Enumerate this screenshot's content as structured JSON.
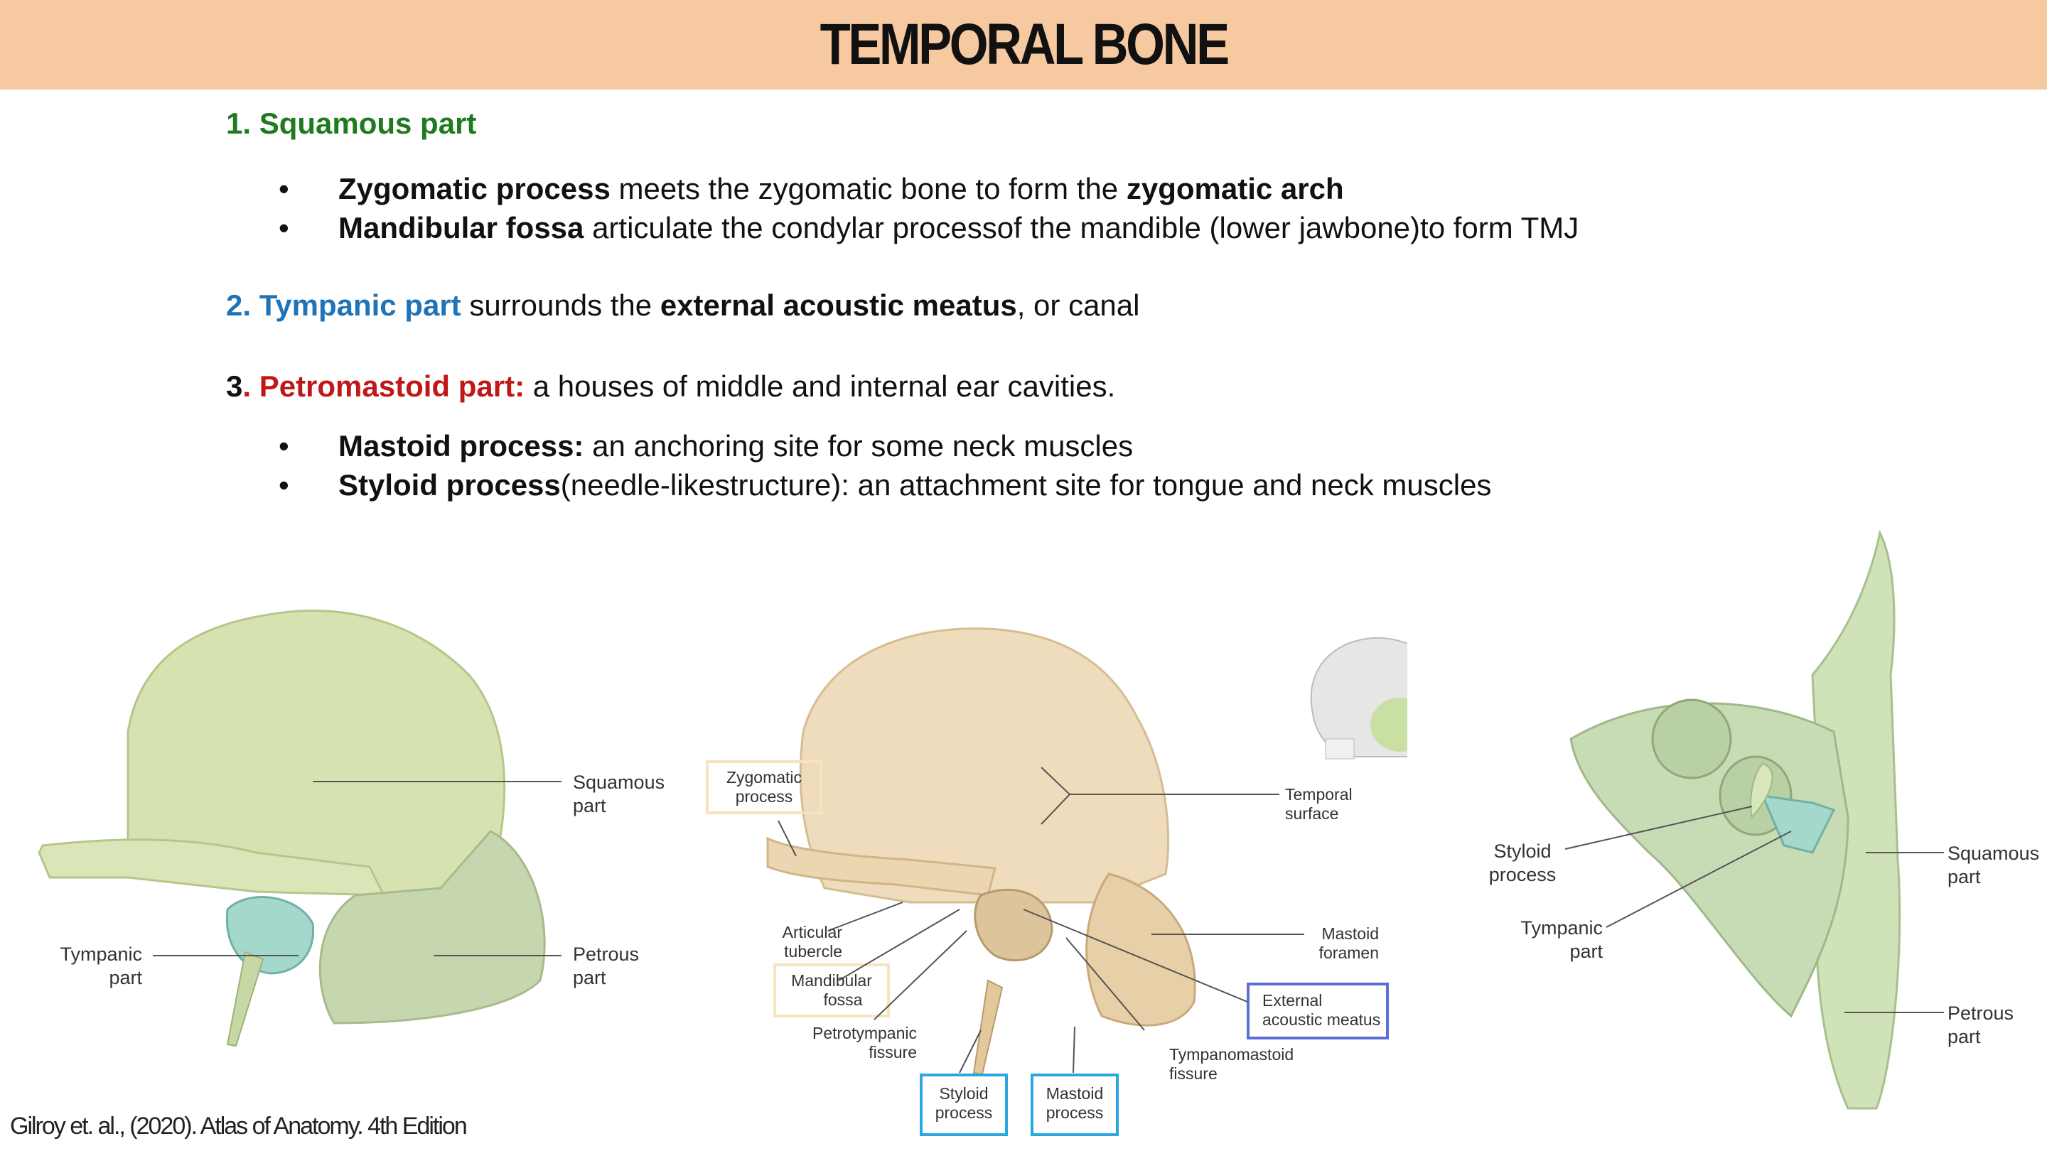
{
  "title": "TEMPORAL BONE",
  "s1": {
    "heading": "1. Squamous part"
  },
  "b1": {
    "term": "Zygomatic process",
    "text": " meets the zygomatic bone to form the ",
    "term2": "zygomatic arch"
  },
  "b2": {
    "term": "Mandibular fossa",
    "text": " articulate the condylar processof the mandible (lower jawbone)to form TMJ"
  },
  "s2": {
    "heading": "2. Tympanic part",
    "text1": " surrounds the ",
    "term": "external acoustic meatus",
    "text2": ", or canal"
  },
  "s3": {
    "num": "3",
    "heading": ". Petromastoid part:",
    "text": " a houses of middle and internal ear cavities."
  },
  "b3": {
    "term": "Mastoid process:",
    "text": " an anchoring site for some neck muscles"
  },
  "b4": {
    "term": "Styloid process",
    "text": "(needle-likestructure): an attachment site for tongue and neck muscles"
  },
  "bullet": "•",
  "fig1": {
    "squamous": [
      "Squamous",
      "part"
    ],
    "tympanic": [
      "Tympanic",
      "part"
    ],
    "petrous": [
      "Petrous",
      "part"
    ]
  },
  "fig2": {
    "zygomatic": [
      "Zygomatic",
      "process"
    ],
    "temporal": [
      "Temporal",
      "surface"
    ],
    "articular": [
      "Articular",
      "tubercle"
    ],
    "mandibular": [
      "Mandibular",
      "fossa"
    ],
    "petrotympanic": [
      "Petrotympanic",
      "fissure"
    ],
    "mastoid_foramen": [
      "Mastoid",
      "foramen"
    ],
    "external": [
      "External",
      "acoustic meatus"
    ],
    "tympanomastoid": [
      "Tympanomastoid",
      "fissure"
    ],
    "styloid": [
      "Styloid",
      "process"
    ],
    "mastoid_process": [
      "Mastoid",
      "process"
    ]
  },
  "fig3": {
    "styloid": [
      "Styloid",
      "process"
    ],
    "tympanic": [
      "Tympanic",
      "part"
    ],
    "squamous": [
      "Squamous",
      "part"
    ],
    "petrous": [
      "Petrous",
      "part"
    ]
  },
  "citation": "Gilroy et. al., (2020). Atlas of Anatomy. 4th Edition",
  "colors": {
    "banner": "#f6c9a0",
    "squamous_green": "#1e7a1e",
    "tympanic_blue": "#1f73b6",
    "petromastoid_red": "#c01818",
    "bone_green": "#d6e3b0",
    "bone_teal": "#a5d8cc",
    "bone_beige": "#efdcbc",
    "box_cream": "#f7e3bd",
    "box_cyan": "#29a8e0",
    "box_blue": "#5c6fd6"
  }
}
